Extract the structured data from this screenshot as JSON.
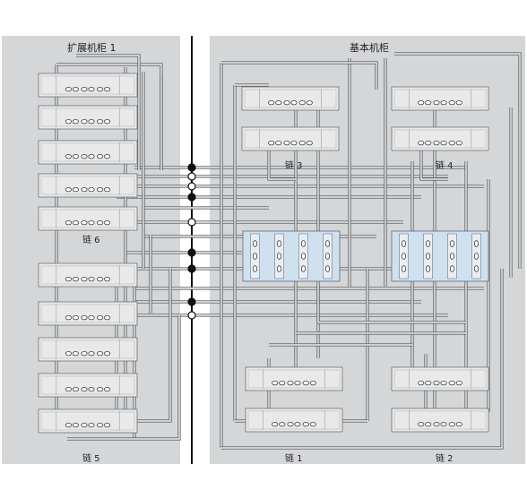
{
  "cabinets": {
    "expansion": {
      "title": "扩展机柜 1"
    },
    "base": {
      "title": "基本机柜"
    }
  },
  "chains": {
    "chain6": "链 6",
    "chain5": "链 5",
    "chain3": "链 3",
    "chain4": "链 4",
    "chain1": "链 1",
    "chain2": "链 2"
  },
  "colors": {
    "panel": "#d4d6d8",
    "device": "#e9e9e9",
    "controller": "#cfe0ef",
    "cable": "#c9ccd0",
    "cable_outline": "#5b5e62",
    "divider": "#111111"
  }
}
